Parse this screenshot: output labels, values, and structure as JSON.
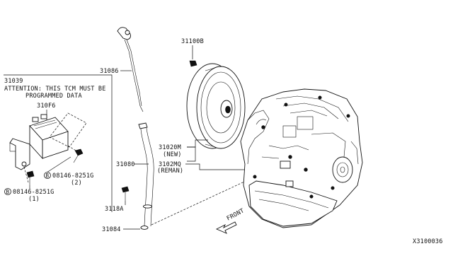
{
  "labels": {
    "p31039": "31039",
    "attention_line1": "ATTENTION: THIS TCM MUST BE",
    "attention_line2": "PROGRAMMED DATA",
    "p310F6": "310F6",
    "bolt1_circle": "B",
    "bolt1_number": "08146-8251G",
    "bolt1_qty": "(2)",
    "bolt2_circle": "B",
    "bolt2_number": "08146-8251G",
    "bolt2_qty": "(1)",
    "p31086": "31086",
    "p31080": "31080",
    "p3118A": "3118A",
    "p31084": "31084",
    "p31100B": "31100B",
    "p31020M": "31020M",
    "p31020M_note": "(NEW)",
    "p3102MQ": "3102MQ",
    "p3102MQ_note": "(REMAN)",
    "front": "FRONT",
    "diagram_id": "X3100036"
  },
  "icons": [
    "tcm-module-icon",
    "bolt-icon",
    "dipstick-icon",
    "oil-tube-icon",
    "torque-converter-icon",
    "transaxle-icon",
    "o-ring-icon",
    "front-arrow-icon"
  ]
}
